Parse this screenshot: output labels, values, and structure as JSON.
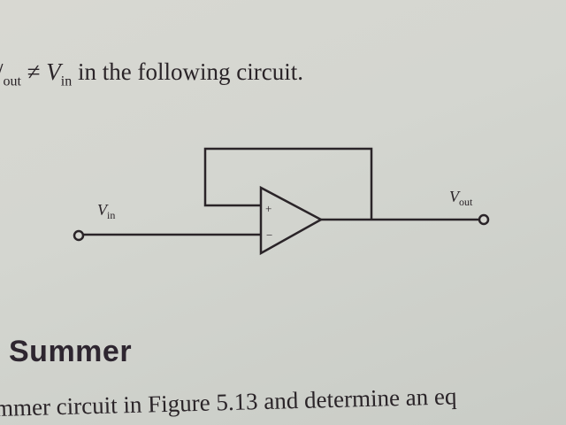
{
  "text": {
    "statement_prefix": "/",
    "statement_vout_sub": "out",
    "statement_neq": " ≠ ",
    "statement_vin": "V",
    "statement_vin_sub": "in",
    "statement_rest": " in the following circuit.",
    "section_heading": "Summer",
    "next_line": "mmer circuit in Figure 5.13 and determine an eq"
  },
  "diagram": {
    "input_label": "V",
    "input_label_sub": "in",
    "output_label": "V",
    "output_label_sub": "out",
    "plus_sign": "+",
    "minus_sign": "−",
    "line_color": "#2a2428"
  }
}
